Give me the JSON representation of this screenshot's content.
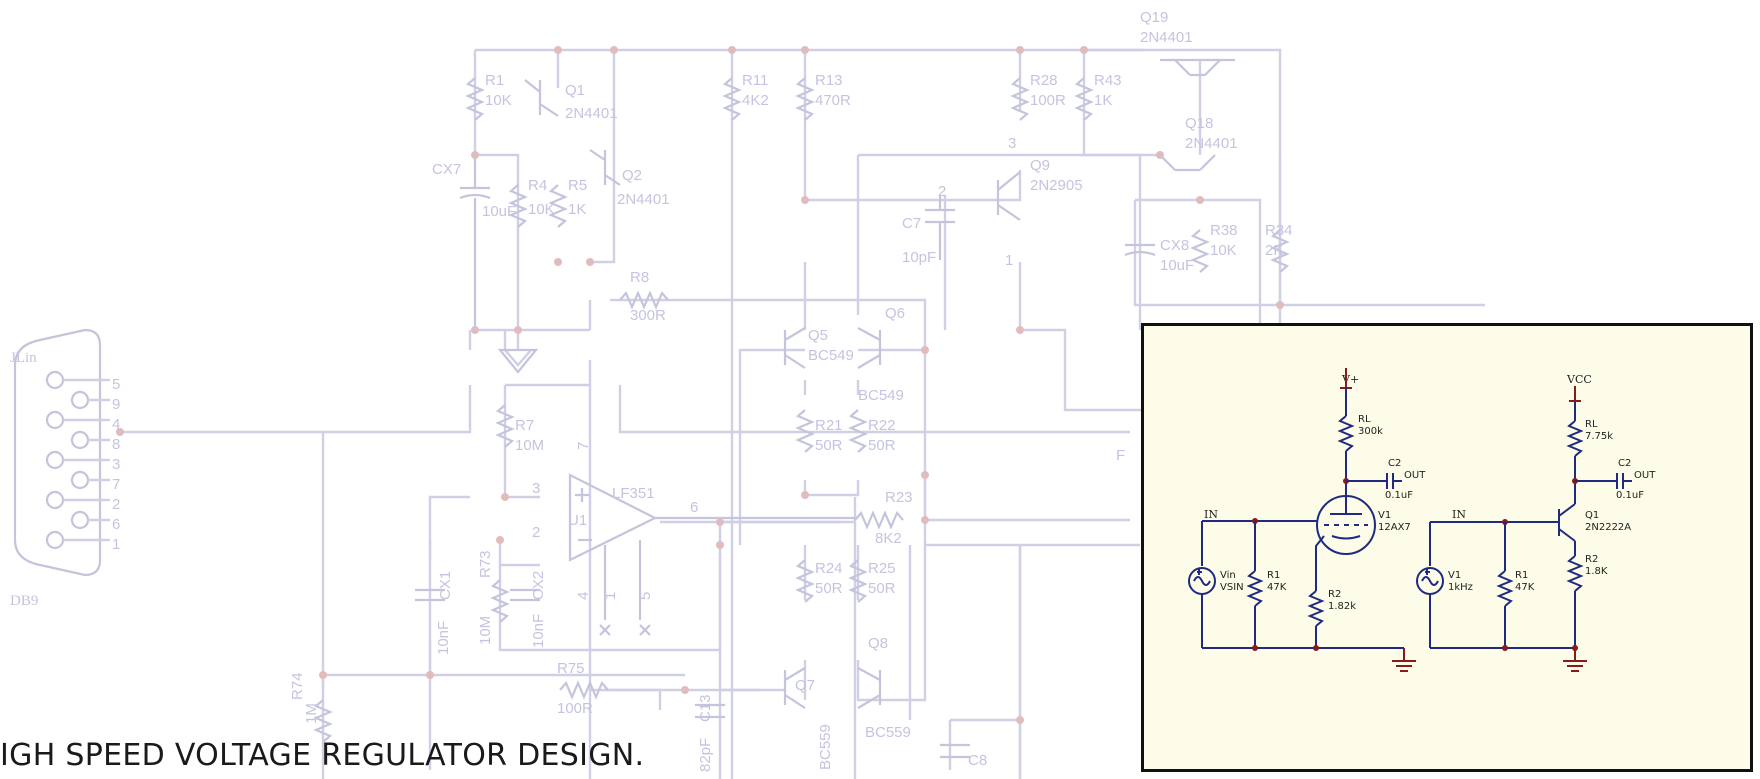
{
  "headline": "IGH SPEED VOLTAGE REGULATOR DESIGN.",
  "connector": {
    "name": "JLin",
    "type": "DB9",
    "pins": [
      "5",
      "9",
      "4",
      "8",
      "3",
      "7",
      "2",
      "6",
      "1"
    ]
  },
  "components": {
    "r1": [
      "R1",
      "10K"
    ],
    "q1": [
      "Q1",
      "2N4401"
    ],
    "q2": [
      "Q2",
      "2N4401"
    ],
    "cx7": [
      "CX7",
      "10uF"
    ],
    "r4": [
      "R4",
      "10K"
    ],
    "r5": [
      "R5",
      "1K"
    ],
    "r11": [
      "R11",
      "4K2"
    ],
    "r13": [
      "R13",
      "470R"
    ],
    "r28": [
      "R28",
      "100R"
    ],
    "r43": [
      "R43",
      "1K"
    ],
    "q19": [
      "Q19",
      "2N4401"
    ],
    "q18": [
      "Q18",
      "2N4401"
    ],
    "q9": [
      "Q9",
      "2N2905"
    ],
    "c7": [
      "C7",
      "10pF"
    ],
    "cx8": [
      "CX8",
      "10uF"
    ],
    "r38": [
      "R38",
      "10K"
    ],
    "r34": [
      "R34",
      "2K"
    ],
    "r8": [
      "R8",
      "300R"
    ],
    "q5": [
      "Q5",
      "BC549"
    ],
    "q6": [
      "Q6",
      "BC549"
    ],
    "r7": [
      "R7",
      "10M"
    ],
    "r21": [
      "R21",
      "50R"
    ],
    "r22": [
      "R22",
      "50R"
    ],
    "u1": [
      "U1",
      "LF351"
    ],
    "r23": [
      "R23",
      "8K2"
    ],
    "cx1": [
      "CX1",
      "10nF"
    ],
    "r73": [
      "R73",
      "10M"
    ],
    "cx2": [
      "CX2",
      "10nF"
    ],
    "r24": [
      "R24",
      "50R"
    ],
    "r25": [
      "R25",
      "50R"
    ],
    "q7": [
      "Q7",
      "BC559"
    ],
    "q8": [
      "Q8",
      "BC559"
    ],
    "r74": [
      "R74",
      "1M"
    ],
    "r75": [
      "R75",
      "100R"
    ],
    "c13": [
      "C13",
      "82pF"
    ],
    "c8": [
      "C8",
      ""
    ]
  },
  "pin_numbers": {
    "q9_b": "2",
    "q9_e": "3",
    "q9_c": "1",
    "u1_plus": "3",
    "u1_minus": "2",
    "u1_out": "6",
    "u1_v": "7",
    "u1_gnd": "4",
    "u1_5": "5",
    "u1_1": "1"
  },
  "stray_label": "F",
  "inset": {
    "tube_circuit": {
      "supply": "V+",
      "rl": [
        "RL",
        "300k"
      ],
      "c2": [
        "C2",
        "0.1uF"
      ],
      "out": "OUT",
      "in": "IN",
      "tube": [
        "V1",
        "12AX7"
      ],
      "source": [
        "Vin",
        "VSIN"
      ],
      "r1": [
        "R1",
        "47K"
      ],
      "r2": [
        "R2",
        "1.82k"
      ]
    },
    "bjt_circuit": {
      "supply": "VCC",
      "rl": [
        "RL",
        "7.75k"
      ],
      "c2": [
        "C2",
        "0.1uF"
      ],
      "out": "OUT",
      "in": "IN",
      "transistor": [
        "Q1",
        "2N2222A"
      ],
      "source": [
        "V1",
        "1kHz"
      ],
      "r1": [
        "R1",
        "47K"
      ],
      "r2": [
        "R2",
        "1.8K"
      ]
    }
  }
}
